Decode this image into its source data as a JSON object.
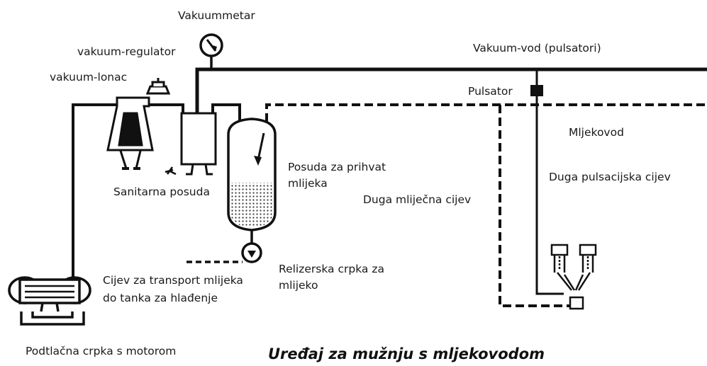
{
  "title": "Uređaj za mužnju s mljekovodom",
  "labels": {
    "vakuummetar": "Vakuummetar",
    "vakuum_regulator": "vakuum-regulator",
    "vakuum_lonac": "vakuum-lonac",
    "vakuum_vod": "Vakuum-vod (pulsatori)",
    "pulsator": "Pulsator",
    "mljekovod": "Mljekovod",
    "duga_pulsacijska": "Duga pulsacijska cijev",
    "duga_mlijecna": "Duga mliječna cijev",
    "posuda_prihvat_1": "Posuda za prihvat",
    "posuda_prihvat_2": "mlijeka",
    "sanitarna": "Sanitarna posuda",
    "relizerska_1": "Relizerska crpka za",
    "relizerska_2": "mlijeko",
    "cijev_transport_1": "Cijev za transport mlijeka",
    "cijev_transport_2": "do tanka za hlađenje",
    "podtlacna": "Podtlačna crpka s motorom"
  }
}
